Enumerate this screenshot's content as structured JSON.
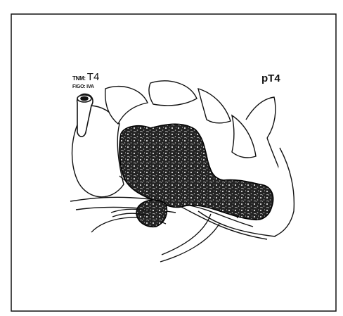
{
  "labels": {
    "tnm_prefix": "TNM:",
    "tnm_stage": "T4",
    "figo": "FIGO: IVA",
    "pathologic_stage": "pT4"
  },
  "colors": {
    "ink": "#111111",
    "tumor": "#2a2a2a",
    "paper": "#ffffff"
  }
}
